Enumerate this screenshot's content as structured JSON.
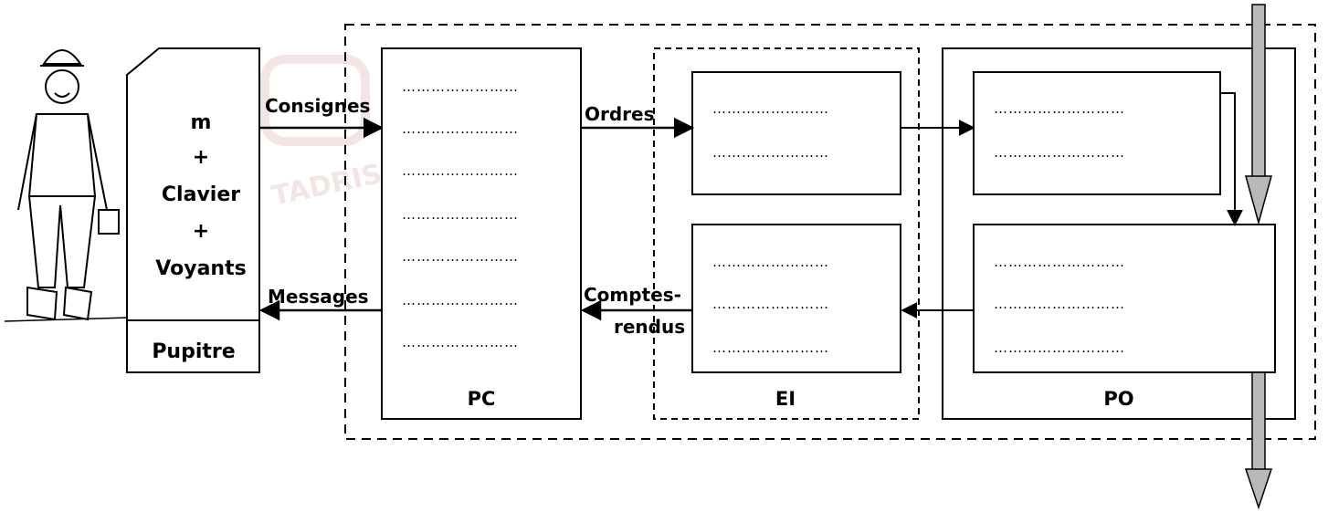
{
  "pupitre": {
    "lines": [
      "m",
      "+",
      "Clavier",
      "+",
      "Voyants"
    ],
    "footer": "Pupitre"
  },
  "arrows": {
    "consignes": "Consignes",
    "messages": "Messages",
    "ordres": "Ordres",
    "comptes": "Comptes-",
    "rendus": "rendus"
  },
  "pc": {
    "label": "PC",
    "blanks": [
      "……………………",
      "……………………",
      "……………………",
      "……………………",
      "……………………",
      "……………………",
      "……………………"
    ]
  },
  "ei": {
    "label": "EI",
    "preactionneurs_blanks": [
      "……………………",
      "……………………"
    ],
    "capteurs_blanks": [
      "……………………",
      "……………………",
      "……………………"
    ]
  },
  "po": {
    "label": "PO",
    "actionneurs_blanks": [
      "………………………",
      "………………………"
    ],
    "effecteurs_blanks": [
      "………………………",
      "………………………",
      "………………………"
    ]
  },
  "watermark": "TADRIS.TN",
  "colors": {
    "line": "#000000",
    "matter_arrow": "#b8b8b8",
    "watermark": "#f2e3e0"
  }
}
